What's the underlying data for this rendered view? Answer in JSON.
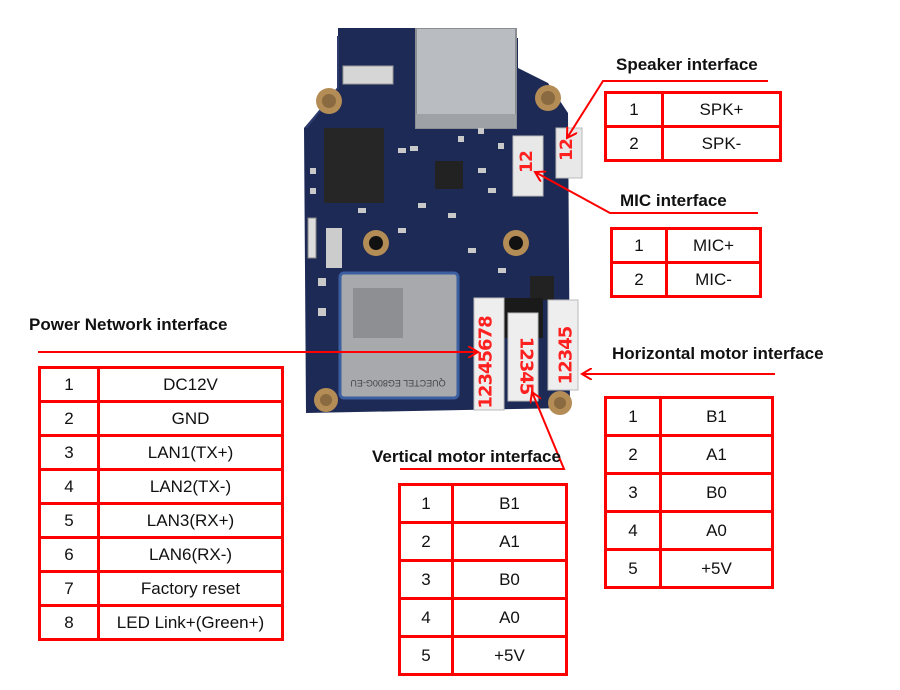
{
  "diagram": {
    "subject": "IP camera PCB interface pinout",
    "accent_color": "#ff0000",
    "board": {
      "module_label": "QUECTEL EG800G-EU",
      "connector_labels": {
        "speaker": "12",
        "mic": "12",
        "power_network": "12345678",
        "vertical_motor": "12345",
        "horizontal_motor": "12345"
      }
    },
    "interfaces": {
      "speaker": {
        "title": "Speaker interface",
        "pins": [
          {
            "num": "1",
            "signal": "SPK+"
          },
          {
            "num": "2",
            "signal": "SPK-"
          }
        ]
      },
      "mic": {
        "title": "MIC interface",
        "pins": [
          {
            "num": "1",
            "signal": "MIC+"
          },
          {
            "num": "2",
            "signal": "MIC-"
          }
        ]
      },
      "power_network": {
        "title": "Power Network interface",
        "pins": [
          {
            "num": "1",
            "signal": "DC12V"
          },
          {
            "num": "2",
            "signal": "GND"
          },
          {
            "num": "3",
            "signal": "LAN1(TX+)"
          },
          {
            "num": "4",
            "signal": "LAN2(TX-)"
          },
          {
            "num": "5",
            "signal": "LAN3(RX+)"
          },
          {
            "num": "6",
            "signal": "LAN6(RX-)"
          },
          {
            "num": "7",
            "signal": "Factory reset"
          },
          {
            "num": "8",
            "signal": "LED Link+(Green+)"
          }
        ]
      },
      "vertical_motor": {
        "title": "Vertical motor interface",
        "pins": [
          {
            "num": "1",
            "signal": "B1"
          },
          {
            "num": "2",
            "signal": "A1"
          },
          {
            "num": "3",
            "signal": "B0"
          },
          {
            "num": "4",
            "signal": "A0"
          },
          {
            "num": "5",
            "signal": "+5V"
          }
        ]
      },
      "horizontal_motor": {
        "title": "Horizontal motor interface",
        "pins": [
          {
            "num": "1",
            "signal": "B1"
          },
          {
            "num": "2",
            "signal": "A1"
          },
          {
            "num": "3",
            "signal": "B0"
          },
          {
            "num": "4",
            "signal": "A0"
          },
          {
            "num": "5",
            "signal": "+5V"
          }
        ]
      }
    }
  }
}
